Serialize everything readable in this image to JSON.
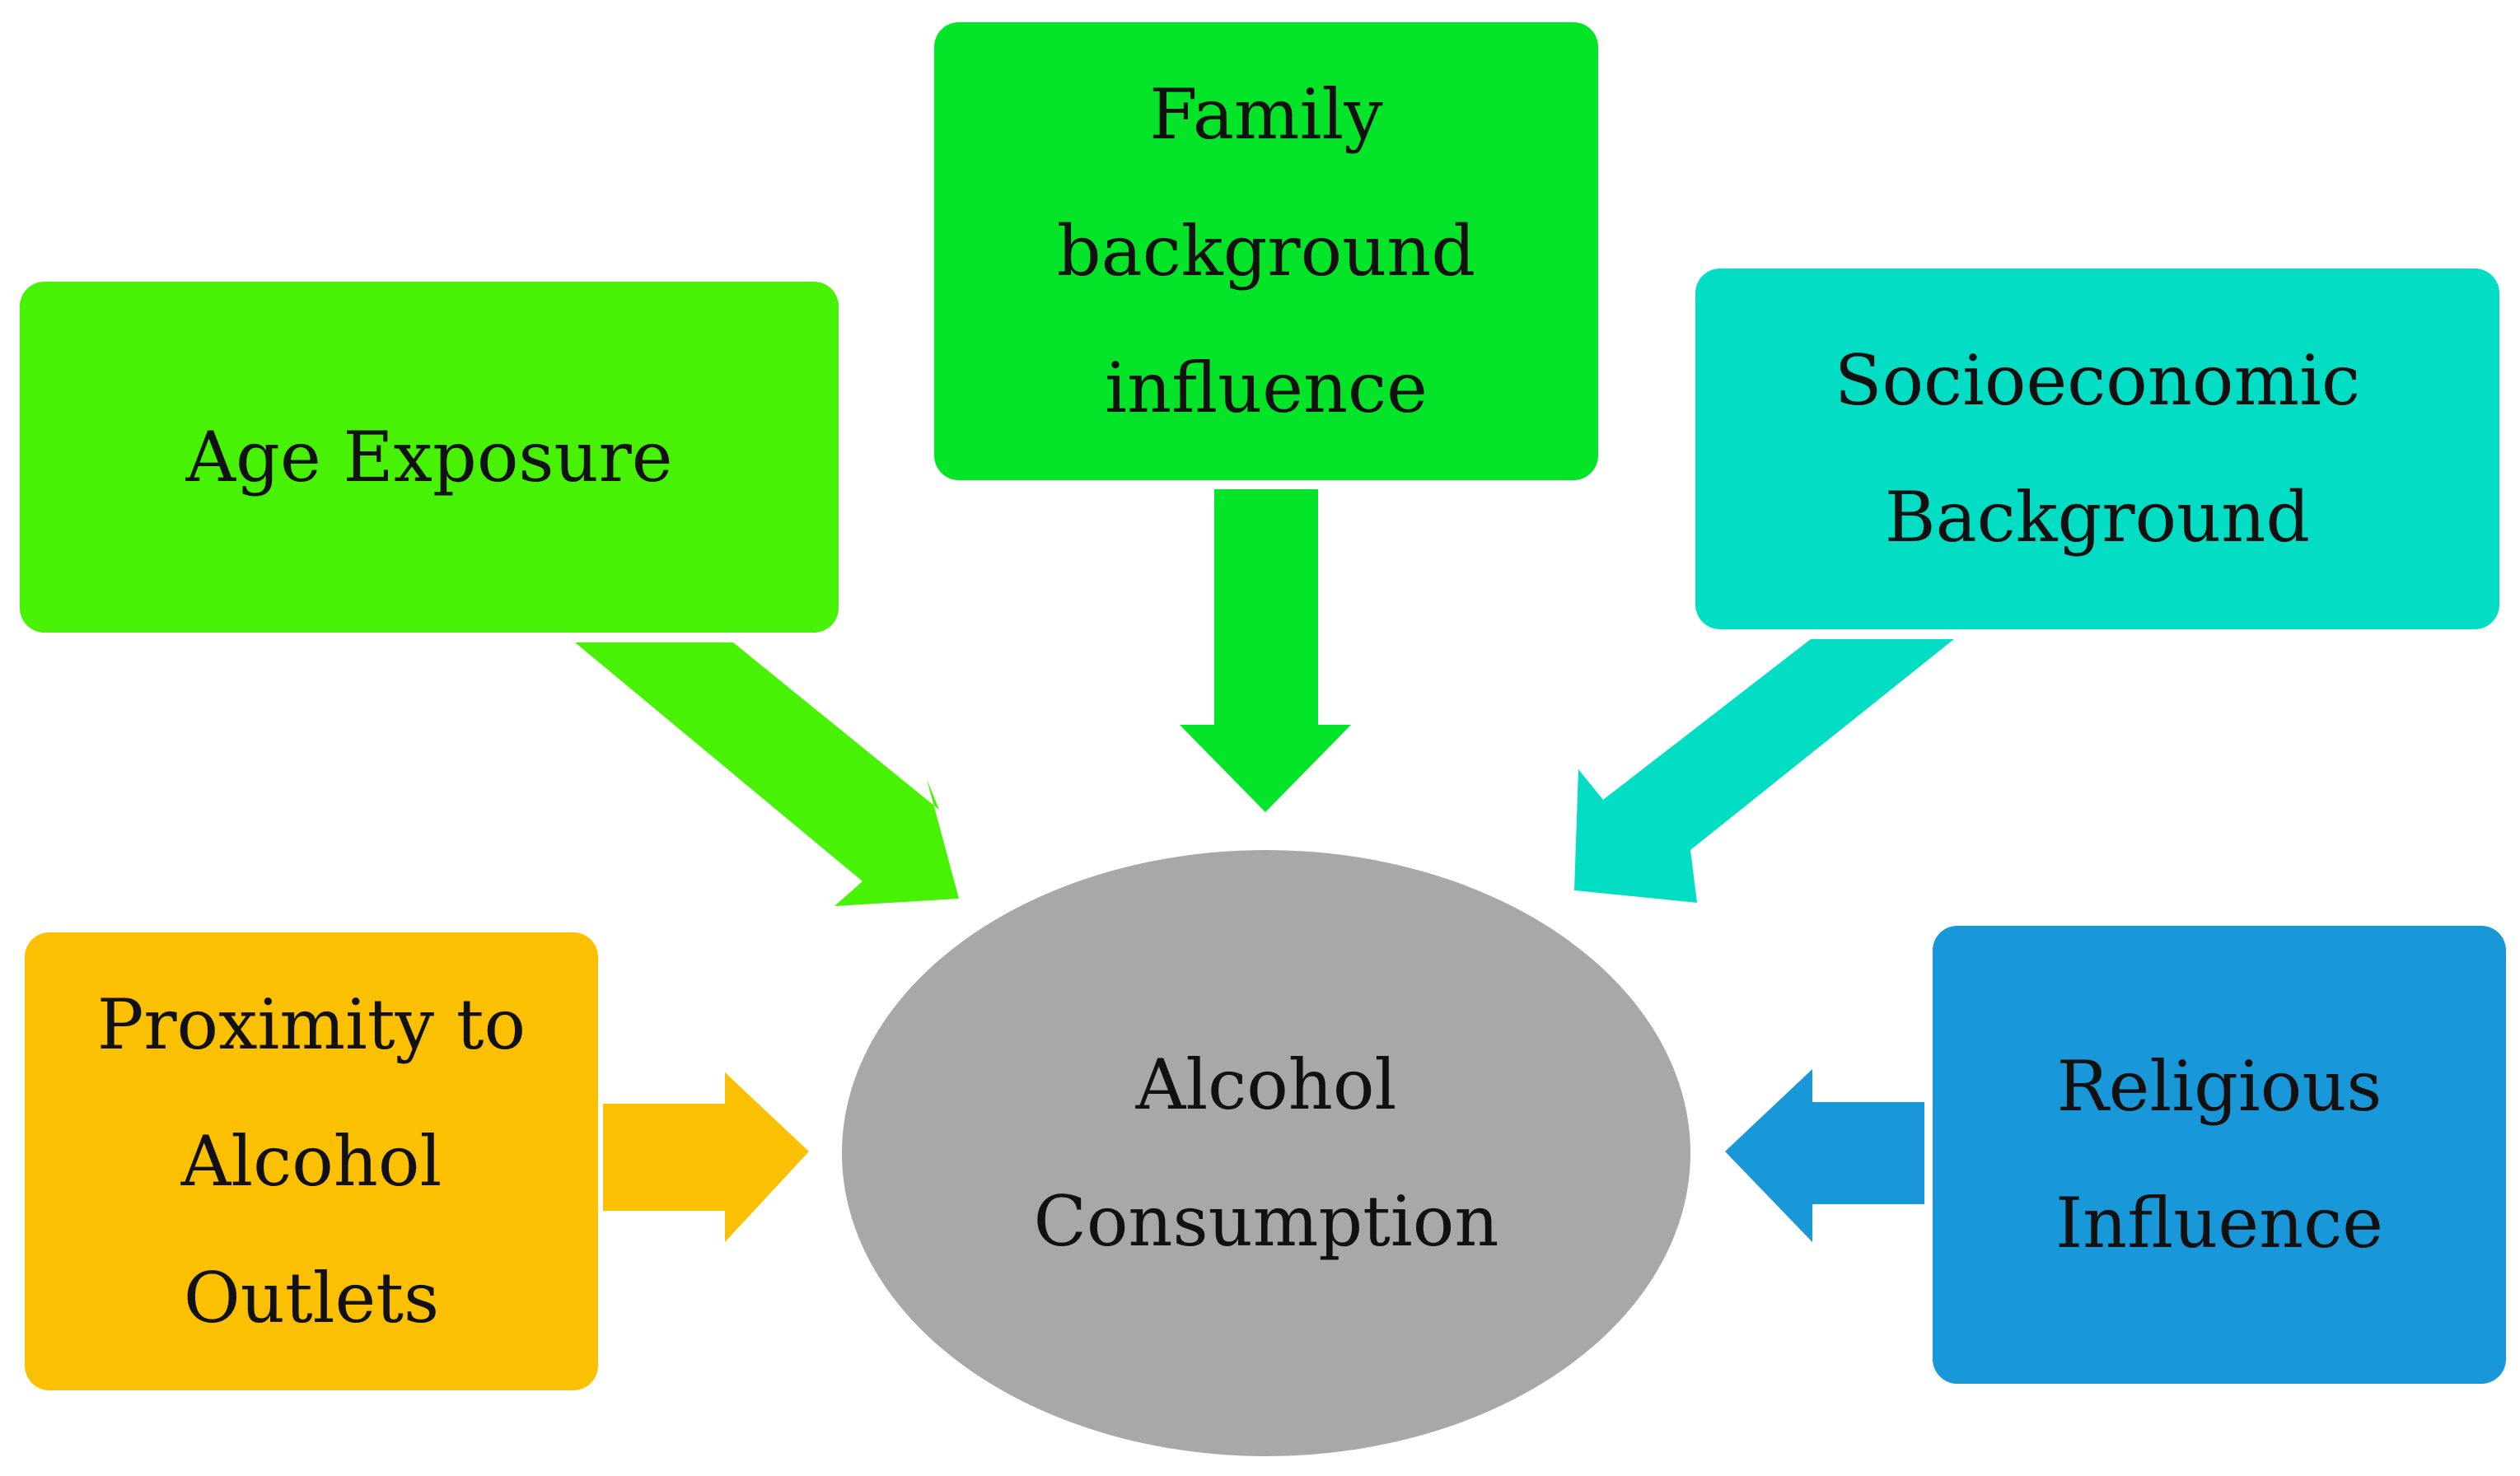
{
  "center": {
    "lines": [
      "Alcohol",
      "Consumption"
    ],
    "color": "#a8a8a8"
  },
  "factors": {
    "age": {
      "lines": [
        "Age Exposure"
      ],
      "color": "#47f204"
    },
    "family": {
      "lines": [
        "Family",
        "background",
        "influence"
      ],
      "color": "#04e428"
    },
    "socio": {
      "lines": [
        "Socioeconomic",
        "Background"
      ],
      "color": "#02ddc4"
    },
    "proximity": {
      "lines": [
        "Proximity to",
        "Alcohol",
        "Outlets"
      ],
      "color": "#fcc003"
    },
    "religious": {
      "lines": [
        "Religious",
        "Influence"
      ],
      "color": "#1898d8"
    }
  }
}
